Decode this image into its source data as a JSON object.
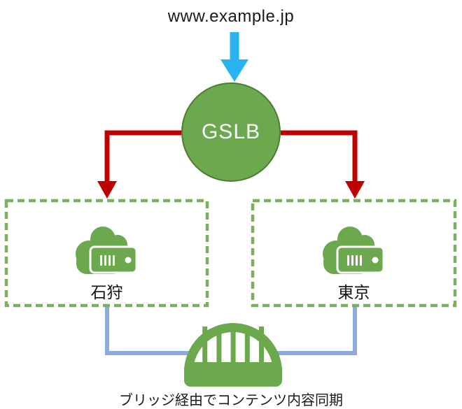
{
  "diagram": {
    "title": "www.example.jp",
    "gslb": {
      "label": "GSLB"
    },
    "sites": [
      {
        "name": "石狩"
      },
      {
        "name": "東京"
      }
    ],
    "caption": "ブリッジ経由でコンテンツ内容同期",
    "icons": {
      "down_arrow": "down-arrow-icon",
      "cloud_server": "cloud-server-icon",
      "bridge": "bridge-icon"
    },
    "colors": {
      "green_fill": "#6ba84e",
      "green_circle_border": "#507c2e",
      "green_dash_border": "#7bb05c",
      "red_connector": "#c00000",
      "cyan_arrow": "#29b3ee",
      "blue_connector": "#8faadc",
      "gslb_text": "#ffffff",
      "label_text": "#1a1a1a"
    }
  }
}
